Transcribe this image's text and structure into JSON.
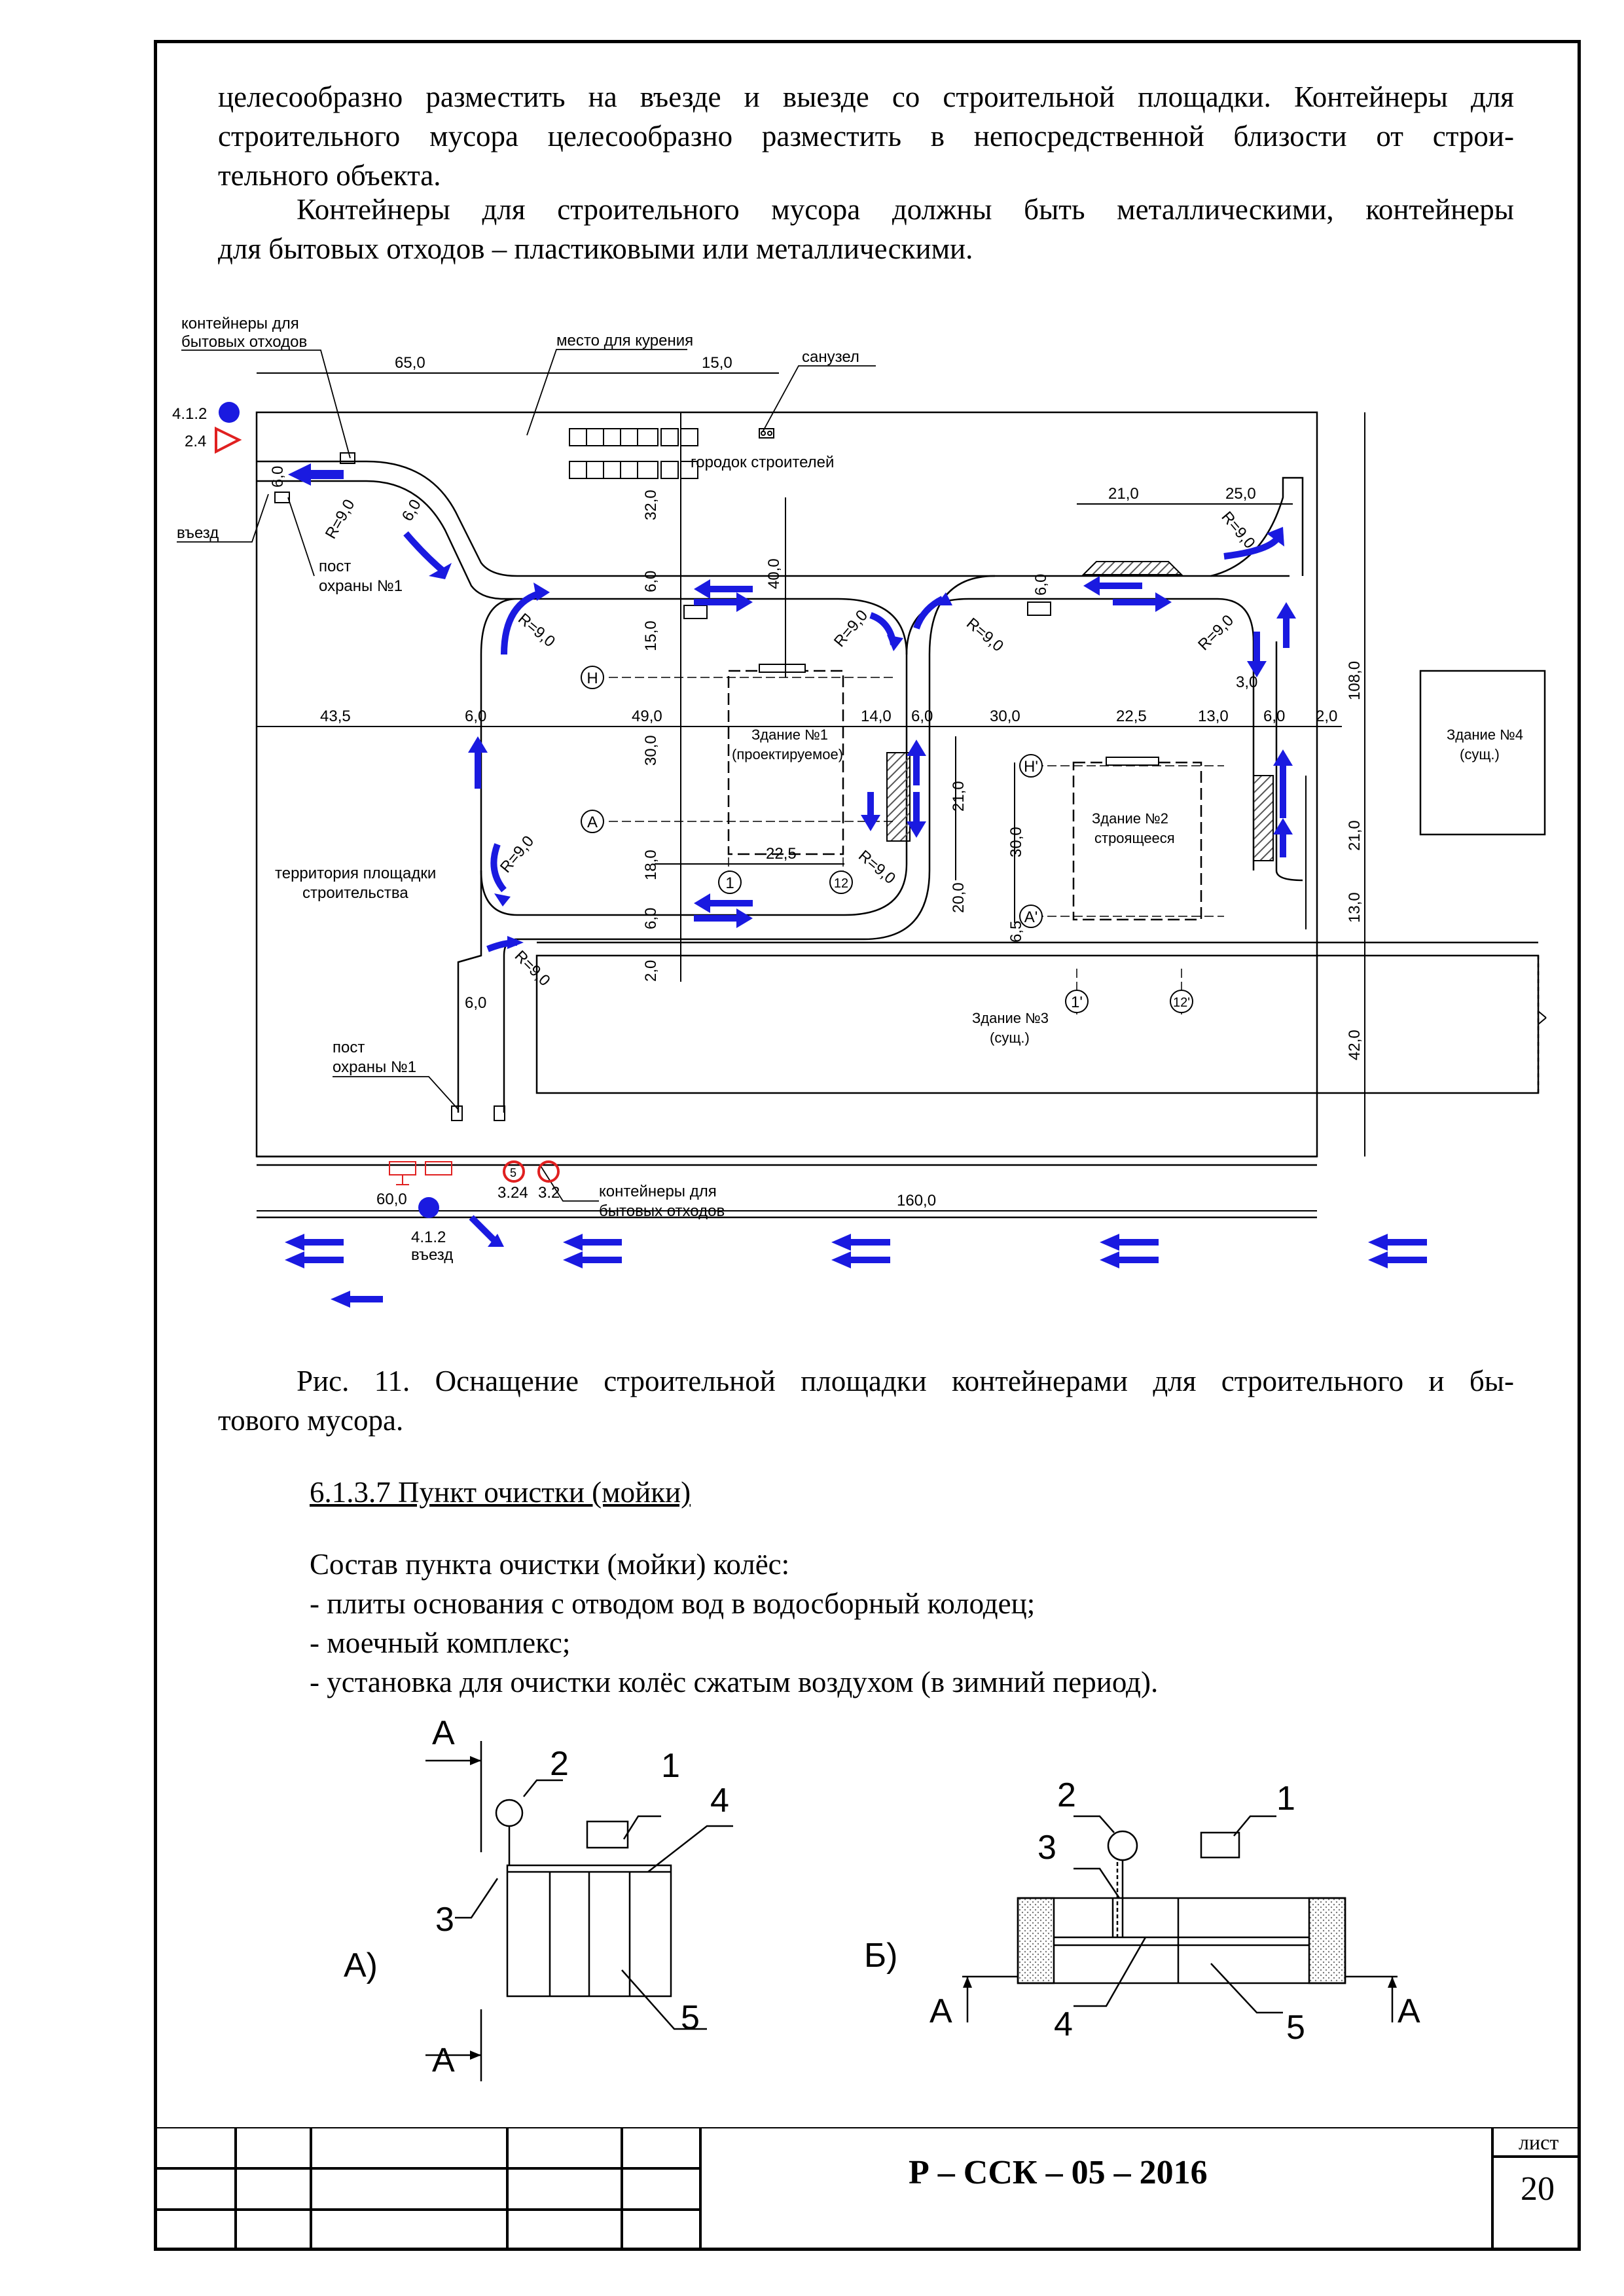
{
  "text": {
    "para1_lines": [
      "целесообразно разместить на въезде и выезде со строительной площадки. Контейнеры для",
      "строительного мусора целесообразно разместить в непосредственной близости от строи-",
      "тельного объекта."
    ],
    "para2_lines": [
      "Контейнеры для строительного мусора должны быть металлическими, контейнеры",
      "для бытовых отходов – пластиковыми или металлическими."
    ],
    "caption_lines": [
      "Рис. 11. Оснащение строительной площадки контейнерами для строительного и бы-",
      "тового мусора."
    ],
    "section_heading": "6.1.3.7 Пункт очистки (мойки)",
    "composition_intro": "Состав пункта очистки (мойки) колёс:",
    "composition_items": [
      "- плиты основания с отводом вод в водосборный колодец;",
      "- моечный комплекс;",
      "- установка для очистки колёс сжатым воздухом (в зимний период)."
    ]
  },
  "site_plan": {
    "labels": {
      "containers_top": [
        "контейнеры для",
        "бытовых отходов"
      ],
      "smoking_place": "место для курения",
      "toilet": "санузел",
      "workers_town": "городок строителей",
      "entry_top": "въезд",
      "guard_post_top": [
        "пост",
        "охраны №1"
      ],
      "guard_post_bottom": [
        "пост",
        "охраны №1"
      ],
      "site_territory": [
        "территория площадки",
        "строительства"
      ],
      "building1": [
        "Здание №1",
        "(проектируемое)"
      ],
      "building2": [
        "Здание №2",
        "строящееся"
      ],
      "building3": [
        "Здание №3",
        "(сущ.)"
      ],
      "building4": [
        "Здание №4",
        "(сущ.)"
      ],
      "containers_bottom": [
        "контейнеры для",
        "бытовых отходов"
      ],
      "entry_bottom": "въезд"
    },
    "signs": {
      "s412_top": "4.1.2",
      "s24": "2.4",
      "s412_bottom": "4.1.2",
      "s324": "3.24",
      "s32": "3.2",
      "speed_sign_digit": "5",
      "dim_60_bottom": "60,0"
    },
    "dims": {
      "d65": "65,0",
      "d15": "15,0",
      "d21": "21,0",
      "d25": "25,0",
      "d6_entry": "6,0",
      "d6_diag": "6,0",
      "d32": "32,0",
      "d40": "40,0",
      "d6_road1": "6,0",
      "d15v": "15,0",
      "d6_road2": "6,0",
      "d108": "108,0",
      "d435": "43,5",
      "d6h1": "6,0",
      "d49": "49,0",
      "d14": "14,0",
      "d6h2": "6,0",
      "d30h": "30,0",
      "d225h": "22,5",
      "d13h": "13,0",
      "d6h3": "6,0",
      "d2h": "2,0",
      "d3": "3,0",
      "d30v": "30,0",
      "d18v": "18,0",
      "d6v": "6,0",
      "d2v": "2,0",
      "d225_b1": "22,5",
      "d21v_b2": "21,0",
      "d20v": "20,0",
      "d30v_b2": "30,0",
      "d65v": "6,5",
      "d21v_r": "21,0",
      "d13v_r": "13,0",
      "d42": "42,0",
      "d6_bottom": "6,0",
      "d160": "160,0"
    },
    "radii": [
      "R=9,0",
      "R=9,0",
      "R=9,0",
      "R=9,0",
      "R=9,0",
      "R=9,0",
      "R=9,0",
      "R=9,0",
      "R=9,0",
      "R=9,0"
    ],
    "axes": {
      "H": "Н",
      "A": "А",
      "one": "1",
      "twelve": "12",
      "H2": "Н'",
      "A2": "А'",
      "one2": "1'",
      "twelve2": "12'"
    }
  },
  "wash_diagram": {
    "A_label": "А)",
    "B_label": "Б)",
    "section_mark": "А",
    "numbers": [
      "1",
      "2",
      "3",
      "4",
      "5"
    ]
  },
  "stamp": {
    "code": "Р –  ССК – 05 – 2016",
    "sheet_label": "лист",
    "sheet_number": "20"
  },
  "colors": {
    "arrow": "#1a1ae0",
    "sign_red": "#e02020",
    "hatch": "#555555"
  }
}
